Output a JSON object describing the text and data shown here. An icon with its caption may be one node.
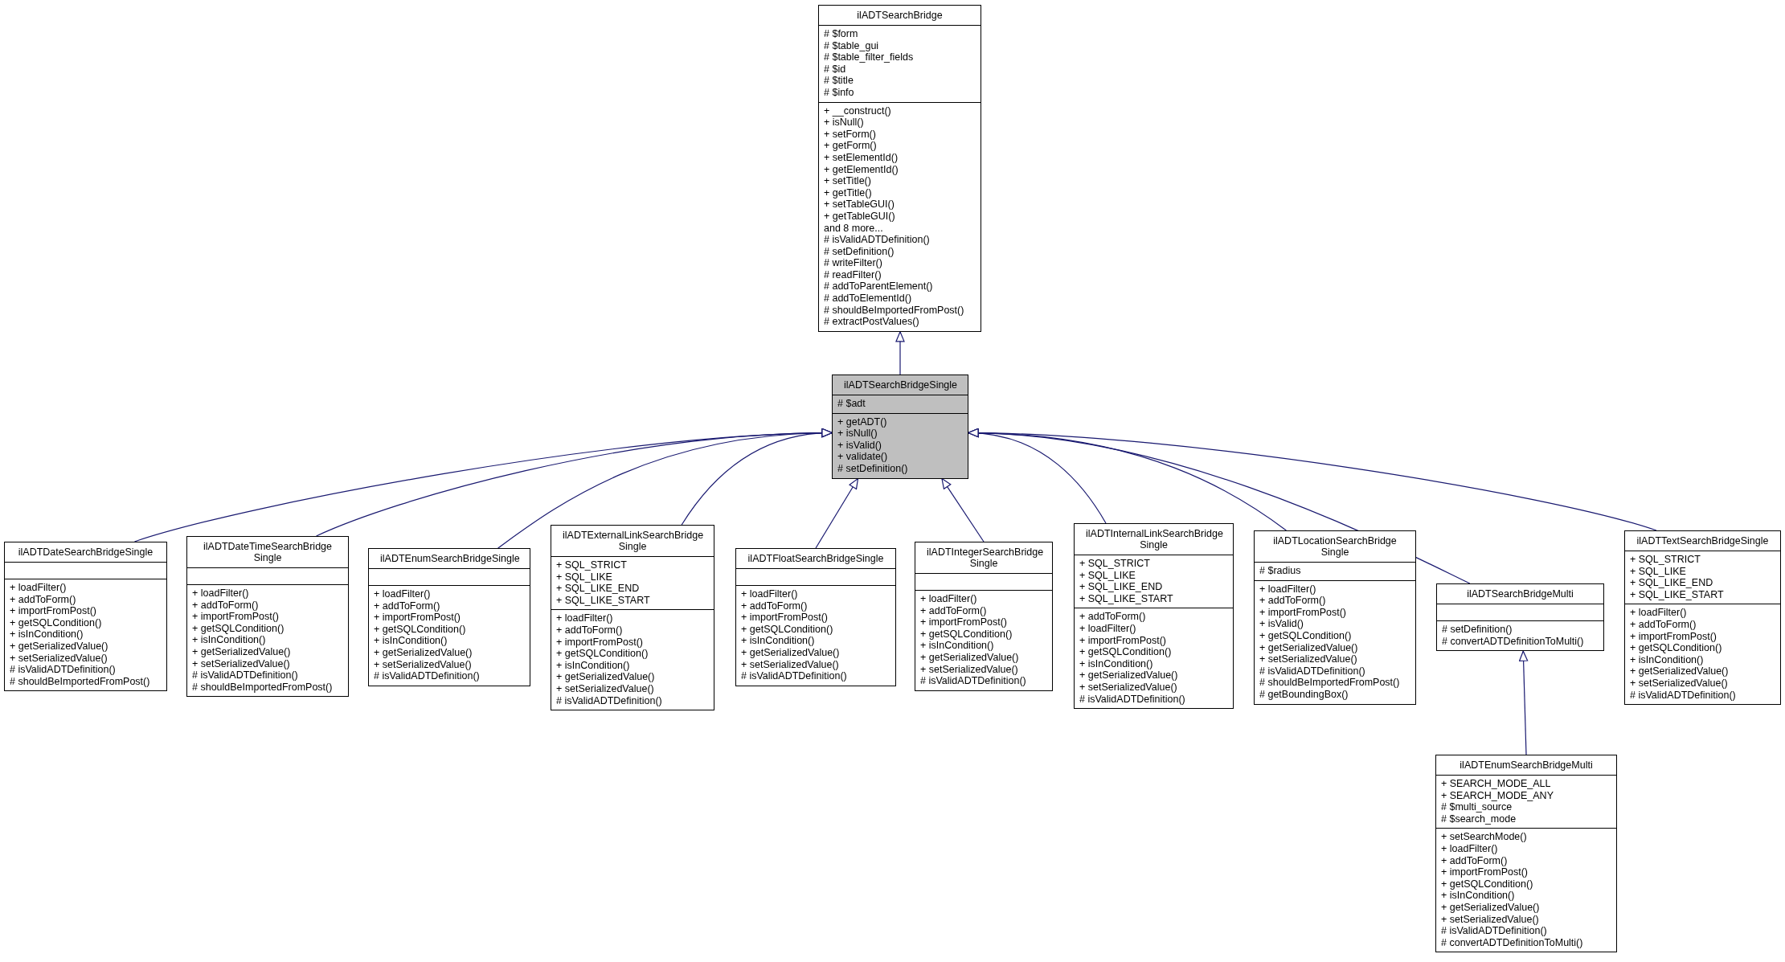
{
  "diagram": {
    "nodes": [
      {
        "text": [
          "ilADTSearchBridge"
        ]
      },
      {
        "text": [
          "# $form",
          "# $table_gui",
          "# $table_filter_fields",
          "# $id",
          "# $title",
          "# $info"
        ],
        "in": 0
      },
      {
        "text": [
          "+ __construct()",
          "+ isNull()",
          "+ setForm()",
          "+ getForm()",
          "+ setElementId()",
          "+ getElementId()",
          "+ setTitle()",
          "+ getTitle()",
          "+ setTableGUI()",
          "+ getTableGUI()",
          "and 8 more...",
          "# isValidADTDefinition()",
          "# setDefinition()",
          "# writeFilter()",
          "# readFilter()",
          "# addToParentElement()",
          "# addToElementId()",
          "# shouldBeImportedFromPost()",
          "# extractPostValues()"
        ],
        "in": 0
      },
      {
        "text": [
          "ilADTSearchBridgeSingle"
        ]
      },
      {
        "text": [
          "# $adt"
        ],
        "in": 3
      },
      {
        "text": [
          "+ getADT()",
          "+ isNull()",
          "+ isValid()",
          "+ validate()",
          "# setDefinition()"
        ],
        "in": 3
      },
      {
        "text": [
          "ilADTDateSearchBridgeSingle"
        ]
      },
      {
        "text": [],
        "shape": "box",
        "in": 6
      },
      {
        "text": [
          "+ loadFilter()",
          "+ addToForm()",
          "+ importFromPost()",
          "+ getSQLCondition()",
          "+ isInCondition()",
          "+ getSerializedValue()",
          "+ setSerializedValue()",
          "# isValidADTDefinition()",
          "# shouldBeImportedFromPost()"
        ],
        "in": 6
      },
      {
        "text": [
          "ilADTDateTimeSearchBridge Single"
        ]
      },
      {
        "text": [],
        "shape": "box",
        "in": 9
      },
      {
        "text": [
          "+ loadFilter()",
          "+ addToForm()",
          "+ importFromPost()",
          "+ getSQLCondition()",
          "+ isInCondition()",
          "+ getSerializedValue()",
          "+ setSerializedValue()",
          "# isValidADTDefinition()",
          "# shouldBeImportedFromPost()"
        ],
        "in": 9
      },
      {
        "text": [
          "ilADTEnumSearchBridgeSingle"
        ]
      },
      {
        "text": [],
        "shape": "box",
        "in": 12
      },
      {
        "text": [
          "+ loadFilter()",
          "+ addToForm()",
          "+ importFromPost()",
          "+ getSQLCondition()",
          "+ isInCondition()",
          "+ getSerializedValue()",
          "+ setSerializedValue()",
          "# isValidADTDefinition()"
        ],
        "in": 12
      },
      {
        "text": [
          "ilADTExternalLinkSearchBridge Single"
        ]
      },
      {
        "text": [
          "+ SQL_STRICT",
          "+ SQL_LIKE",
          "+ SQL_LIKE_END",
          "+ SQL_LIKE_START"
        ],
        "in": 15
      },
      {
        "text": [
          "+ loadFilter()",
          "+ addToForm()",
          "+ importFromPost()",
          "+ getSQLCondition()",
          "+ isInCondition()",
          "+ getSerializedValue()",
          "+ setSerializedValue()",
          "# isValidADTDefinition()"
        ],
        "in": 15
      },
      {
        "text": [
          "ilADTFloatSearchBridgeSingle"
        ]
      },
      {
        "text": [],
        "shape": "box",
        "in": 18
      },
      {
        "text": [
          "+ loadFilter()",
          "+ addToForm()",
          "+ importFromPost()",
          "+ getSQLCondition()",
          "+ isInCondition()",
          "+ getSerializedValue()",
          "+ setSerializedValue()",
          "# isValidADTDefinition()"
        ],
        "in": 18
      },
      {
        "text": [
          "ilADTIntegerSearchBridge Single"
        ]
      },
      {
        "text": [],
        "shape": "box",
        "in": 21
      },
      {
        "text": [
          "+ loadFilter()",
          "+ addToForm()",
          "+ importFromPost()",
          "+ getSQLCondition()",
          "+ isInCondition()",
          "+ getSerializedValue()",
          "+ setSerializedValue()",
          "# isValidADTDefinition()"
        ],
        "in": 21
      },
      {
        "text": [
          "ilADTInternalLinkSearchBridge Single"
        ]
      },
      {
        "text": [
          "+ SQL_STRICT",
          "+ SQL_LIKE",
          "+ SQL_LIKE_END",
          "+ SQL_LIKE_START"
        ],
        "in": 24
      },
      {
        "text": [
          "+ addToForm()",
          "+ loadFilter()",
          "+ importFromPost()",
          "+ getSQLCondition()",
          "+ isInCondition()",
          "+ getSerializedValue()",
          "+ setSerializedValue()",
          "# isValidADTDefinition()"
        ],
        "in": 24
      },
      {
        "text": [
          "ilADTLocationSearchBridge Single"
        ]
      },
      {
        "text": [
          "# $radius"
        ],
        "in": 27
      },
      {
        "text": [
          "+ loadFilter()",
          "+ addToForm()",
          "+ importFromPost()",
          "+ isValid()",
          "+ getSQLCondition()",
          "+ getSerializedValue()",
          "+ setSerializedValue()",
          "# isValidADTDefinition()",
          "# shouldBeImportedFromPost()",
          "# getBoundingBox()"
        ],
        "in": 27
      },
      {
        "text": [
          "ilADTSearchBridgeMulti"
        ]
      },
      {
        "text": [],
        "shape": "box",
        "in": 30
      },
      {
        "text": [
          "# setDefinition()",
          "# convertADTDefinitionToMulti()"
        ],
        "in": 30
      },
      {
        "text": [
          "ilADTTextSearchBridgeSingle"
        ]
      },
      {
        "text": [
          "+ SQL_STRICT",
          "+ SQL_LIKE",
          "+ SQL_LIKE_END",
          "+ SQL_LIKE_START"
        ],
        "in": 33
      },
      {
        "text": [
          "+ loadFilter()",
          "+ addToForm()",
          "+ importFromPost()",
          "+ getSQLCondition()",
          "+ isInCondition()",
          "+ getSerializedValue()",
          "+ setSerializedValue()",
          "# isValidADTDefinition()"
        ],
        "in": 33
      },
      {
        "text": [
          "ilADTEnumSearchBridgeMulti"
        ]
      },
      {
        "text": [
          "+ SEARCH_MODE_ALL",
          "+ SEARCH_MODE_ANY",
          "# $multi_source",
          "# $search_mode"
        ],
        "in": 36
      },
      {
        "text": [
          "+ setSearchMode()",
          "+ loadFilter()",
          "+ addToForm()",
          "+ importFromPost()",
          "+ getSQLCondition()",
          "+ isInCondition()",
          "+ getSerializedValue()",
          "+ setSerializedValue()",
          "# isValidADTDefinition()",
          "# convertADTDefinitionToMulti()"
        ],
        "in": 36
      }
    ],
    "edges": [
      {
        "from": 3,
        "to": 0,
        "arrow": "to"
      },
      {
        "from": 6,
        "to": 3,
        "arrow": "to"
      },
      {
        "from": 9,
        "to": 3,
        "arrow": "to"
      },
      {
        "from": 12,
        "to": 3,
        "arrow": "to"
      },
      {
        "from": 15,
        "to": 3,
        "arrow": "to"
      },
      {
        "from": 18,
        "to": 3,
        "arrow": "to"
      },
      {
        "from": 21,
        "to": 3,
        "arrow": "to"
      },
      {
        "from": 24,
        "to": 3,
        "arrow": "to"
      },
      {
        "from": 27,
        "to": 3,
        "arrow": "to"
      },
      {
        "from": 30,
        "to": 3,
        "arrow": "to"
      },
      {
        "from": 33,
        "to": 3,
        "arrow": "to"
      },
      {
        "from": 36,
        "to": 30,
        "arrow": "to"
      }
    ]
  }
}
